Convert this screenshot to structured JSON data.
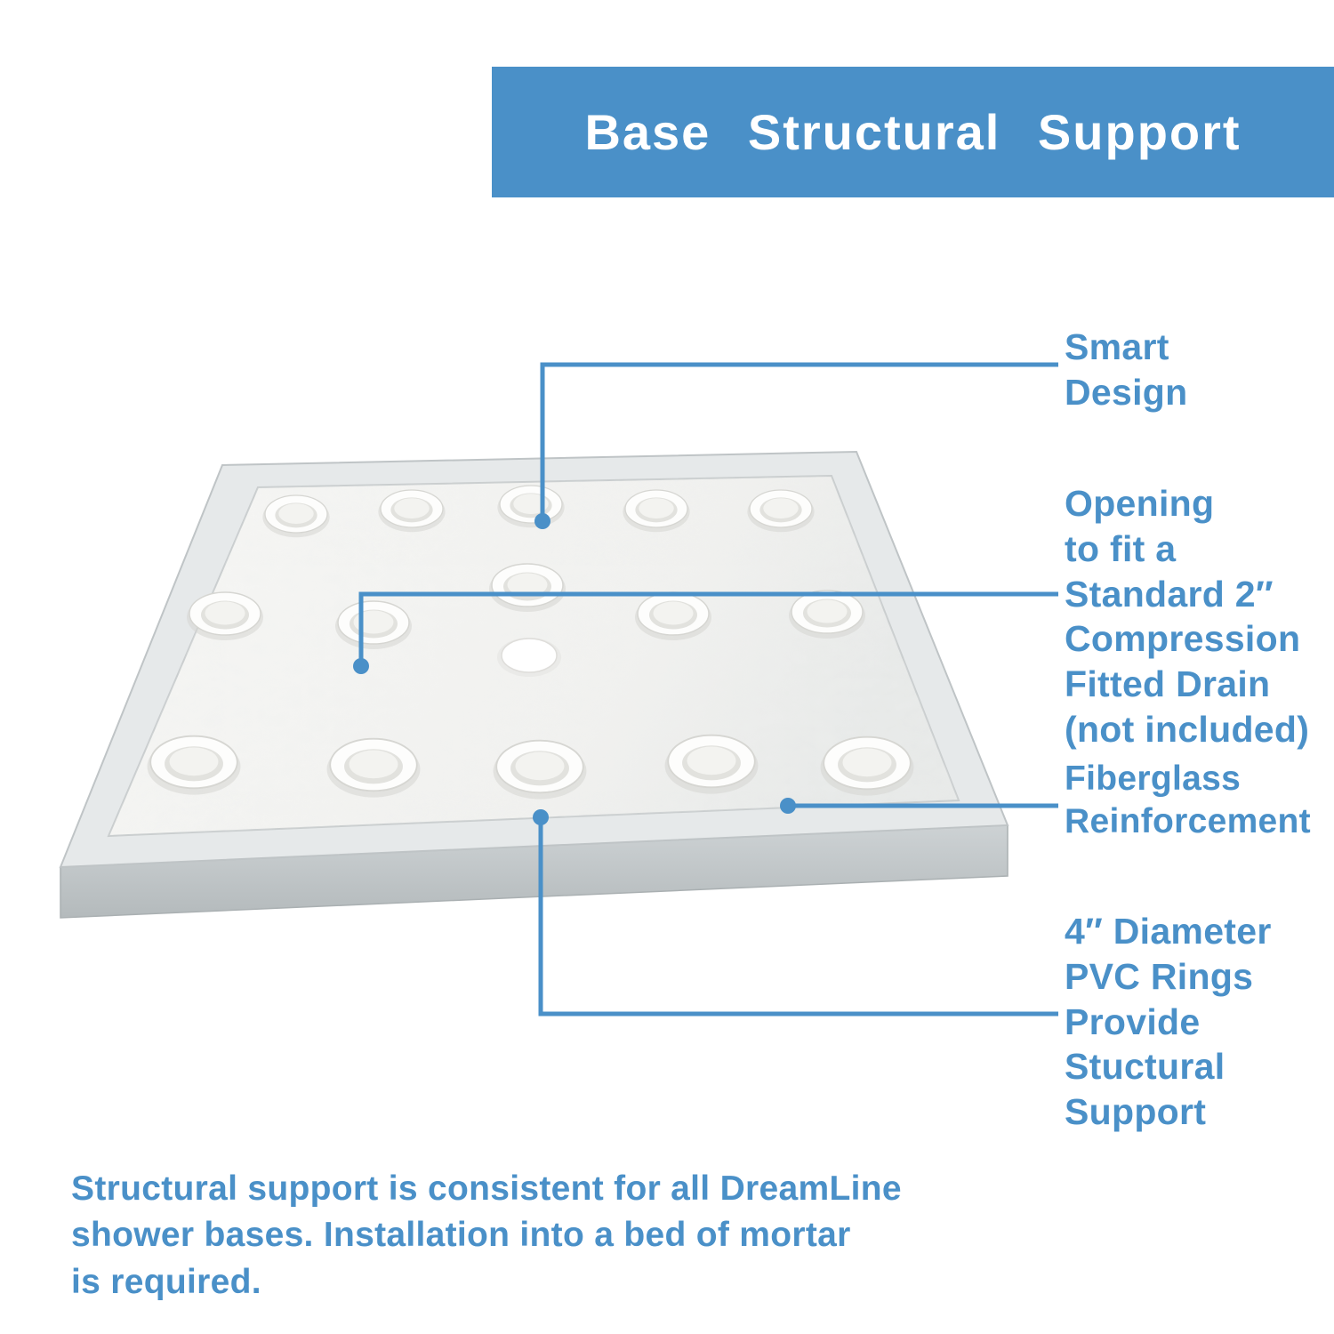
{
  "colors": {
    "accent_blue": "#4a90c8",
    "title_text": "#ffffff",
    "pan_wall_gray": "#c4c9cb",
    "pan_rim_gray": "#e6e9ea",
    "pan_floor_white": "#f5f5f3"
  },
  "header": {
    "title": "Base Structural Support"
  },
  "callouts": {
    "smart_design": {
      "label": "Smart\nDesign"
    },
    "drain_opening": {
      "label": "Opening\nto fit a\nStandard 2″\nCompression\nFitted Drain\n(not included)"
    },
    "fiberglass": {
      "label": "Fiberglass\nReinforcement"
    },
    "pvc_rings": {
      "label": "4″ Diameter\nPVC Rings\nProvide\nStuctural\nSupport"
    }
  },
  "footer_note": "Structural support is consistent for all DreamLine\nshower bases. Installation into a bed of mortar\nis required."
}
